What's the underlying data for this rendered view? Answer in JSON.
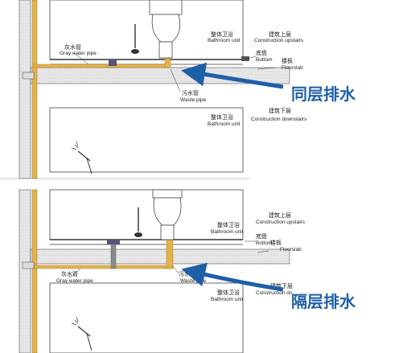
{
  "colors": {
    "accent": "#1f5fa8",
    "pipe_yellow": "#e3b24a",
    "pipe_gray": "#8a8a8a",
    "slab": "#e6e6e6",
    "line": "#333333"
  },
  "top": {
    "gray_pipe_cn": "灰水管",
    "gray_pipe_en": "Gray water pipe",
    "bath_cn": "整体卫浴",
    "bath_en": "Bathroom unit",
    "upstairs_cn": "建筑上层",
    "upstairs_en": "Construction upstairs",
    "bottom_cn": "底盘",
    "bottom_en": "Bottom",
    "floor_cn": "楼板",
    "floor_en": "Floorslab",
    "waste_cn": "污水管",
    "waste_en": "Waste pipe",
    "big_label": "同层排水",
    "lower_bath_cn": "整体卫浴",
    "lower_bath_en": "Bathroom unit",
    "downstairs_cn": "建筑下层",
    "downstairs_en": "Construction downstairs"
  },
  "bottom": {
    "upstairs_cn": "建筑上层",
    "upstairs_en": "Construction upstairs",
    "bath_cn": "整体卫浴",
    "bath_en": "Bathroom unit",
    "bottom_cn": "底盘",
    "bottom_en": "Bottom",
    "floor_cn": "楼板",
    "floor_en": "Floorslab",
    "gray_pipe_cn": "灰水管",
    "gray_pipe_en": "Gray water pipe",
    "waste_cn": "污水管",
    "waste_en": "Waste pipe",
    "downstairs_cn": "建筑下层",
    "downstairs_en": "Construction do",
    "lower_bath_cn": "整体卫浴",
    "lower_bath_en": "Bathroom unit",
    "big_label": "隔层排水"
  }
}
